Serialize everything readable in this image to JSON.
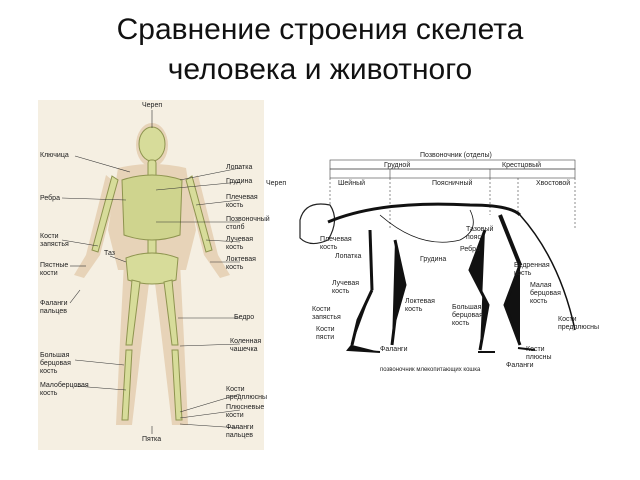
{
  "title": {
    "line1": "Сравнение строения скелета",
    "line2": "человека и животного"
  },
  "human": {
    "labels_left": [
      "Ключица",
      "Ребра",
      "Кости запястья",
      "Пястные кости",
      "Фаланги пальцев",
      "Большая берцовая кость",
      "Малоберцовая кость"
    ],
    "labels_right": [
      "Лопатка",
      "Грудина",
      "Плечевая кость",
      "Позвоночный столб",
      "Лучевая кость",
      "Локтевая кость",
      "Бедро",
      "Коленная чашечка",
      "Кости предплюсны",
      "Плюсневые кости",
      "Фаланги пальцев"
    ],
    "skull": "Череп",
    "pelvis": "Таз",
    "heel": "Пятка"
  },
  "animal": {
    "spine_header": "Позвоночник (отделы)",
    "sections": [
      "Шейный",
      "Грудной",
      "Поясничный",
      "Крестцовый",
      "Хвостовой"
    ],
    "skull": "Череп",
    "labels": [
      "Плечевая кость",
      "Лопатка",
      "Грудина",
      "Ребра",
      "Тазовый пояс",
      "Бедренная кость",
      "Малая берцовая кость",
      "Кости предплюсны",
      "Лучевая кость",
      "Локтевая кость",
      "Кости запястья",
      "Кости пясти",
      "Фаланги",
      "Большая берцовая кость",
      "Кости плюсны",
      "Фаланги"
    ],
    "caption": "позвоночник млекопитающих кошка"
  },
  "colors": {
    "bone": "#d7dc9a",
    "bone_dark": "#9fa45e",
    "animal_bone": "#111111"
  }
}
